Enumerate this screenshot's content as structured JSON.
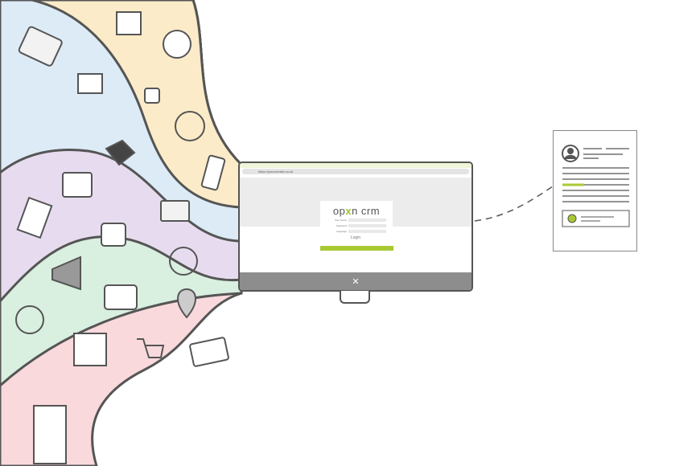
{
  "colors": {
    "yellow": "#fcebc8",
    "blue": "#dcebf6",
    "purple": "#e7dcef",
    "green": "#d9efe0",
    "pink": "#f9d9dc",
    "accent": "#a9c933",
    "outline": "#555555"
  },
  "monitor": {
    "url": "https://yourcrmsite.co.uk",
    "logo": {
      "left": "op",
      "x": "x",
      "right": "n crm"
    },
    "fields": [
      {
        "label": "User Name"
      },
      {
        "label": "Password"
      },
      {
        "label": "Language"
      }
    ],
    "login_label": "Login",
    "footer_icon": "opencrm-figure-icon"
  },
  "icons": [
    "book-icon",
    "calendar-icon",
    "box-icon",
    "alarm-clock-icon",
    "dice-icon",
    "facebook-icon",
    "email-icon",
    "mobile-phone-icon",
    "folder-icon",
    "padlock-icon",
    "clipboard-icon",
    "mug-icon",
    "tent-icon",
    "megaphone-icon",
    "thumbs-up-icon",
    "location-pin-icon",
    "question-icon",
    "receipt-icon",
    "shopping-cart-icon",
    "credit-card-icon",
    "building-icon",
    "profile-document-icon"
  ]
}
